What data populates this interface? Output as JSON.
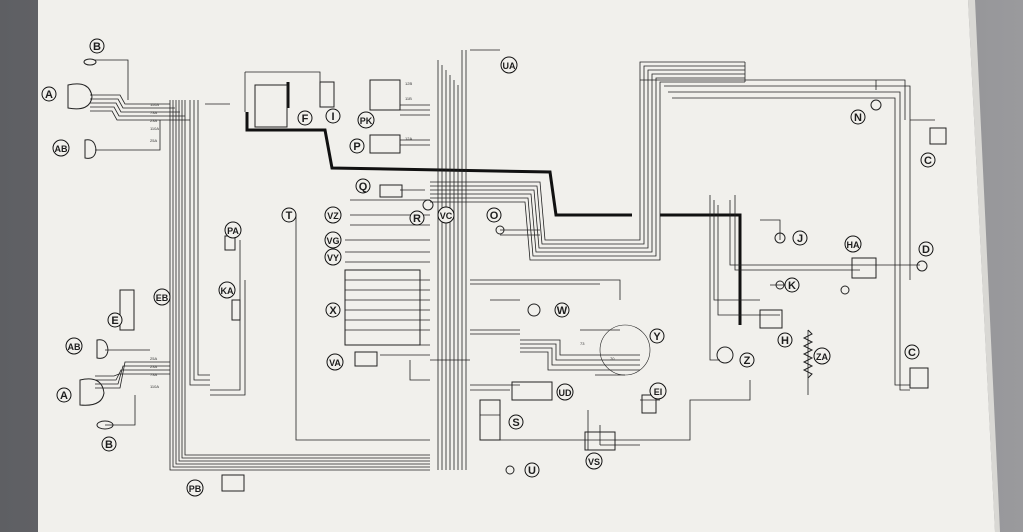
{
  "diagram": {
    "labels": [
      {
        "id": "B-top",
        "text": "B"
      },
      {
        "id": "A-top",
        "text": "A"
      },
      {
        "id": "AB-top",
        "text": "AB"
      },
      {
        "id": "F",
        "text": "F"
      },
      {
        "id": "I",
        "text": "I"
      },
      {
        "id": "PK",
        "text": "PK"
      },
      {
        "id": "P",
        "text": "P"
      },
      {
        "id": "UA",
        "text": "UA"
      },
      {
        "id": "N",
        "text": "N"
      },
      {
        "id": "C-top",
        "text": "C"
      },
      {
        "id": "Q",
        "text": "Q"
      },
      {
        "id": "T",
        "text": "T"
      },
      {
        "id": "VZ",
        "text": "VZ"
      },
      {
        "id": "R",
        "text": "R"
      },
      {
        "id": "VC",
        "text": "VC"
      },
      {
        "id": "O",
        "text": "O"
      },
      {
        "id": "VG",
        "text": "VG"
      },
      {
        "id": "VY",
        "text": "VY"
      },
      {
        "id": "PA",
        "text": "PA"
      },
      {
        "id": "J",
        "text": "J"
      },
      {
        "id": "HA",
        "text": "HA"
      },
      {
        "id": "D",
        "text": "D"
      },
      {
        "id": "K",
        "text": "K"
      },
      {
        "id": "KA",
        "text": "KA"
      },
      {
        "id": "EB",
        "text": "EB"
      },
      {
        "id": "X",
        "text": "X"
      },
      {
        "id": "W",
        "text": "W"
      },
      {
        "id": "E",
        "text": "E"
      },
      {
        "id": "H",
        "text": "H"
      },
      {
        "id": "AB-bot",
        "text": "AB"
      },
      {
        "id": "Y",
        "text": "Y"
      },
      {
        "id": "Z",
        "text": "Z"
      },
      {
        "id": "ZA",
        "text": "ZA"
      },
      {
        "id": "VA",
        "text": "VA"
      },
      {
        "id": "C-bot",
        "text": "C"
      },
      {
        "id": "A-bot",
        "text": "A"
      },
      {
        "id": "UD",
        "text": "UD"
      },
      {
        "id": "EI",
        "text": "EI"
      },
      {
        "id": "S",
        "text": "S"
      },
      {
        "id": "B-bot",
        "text": "B"
      },
      {
        "id": "VS",
        "text": "VS"
      },
      {
        "id": "U",
        "text": "U"
      },
      {
        "id": "PB",
        "text": "PB"
      }
    ]
  }
}
